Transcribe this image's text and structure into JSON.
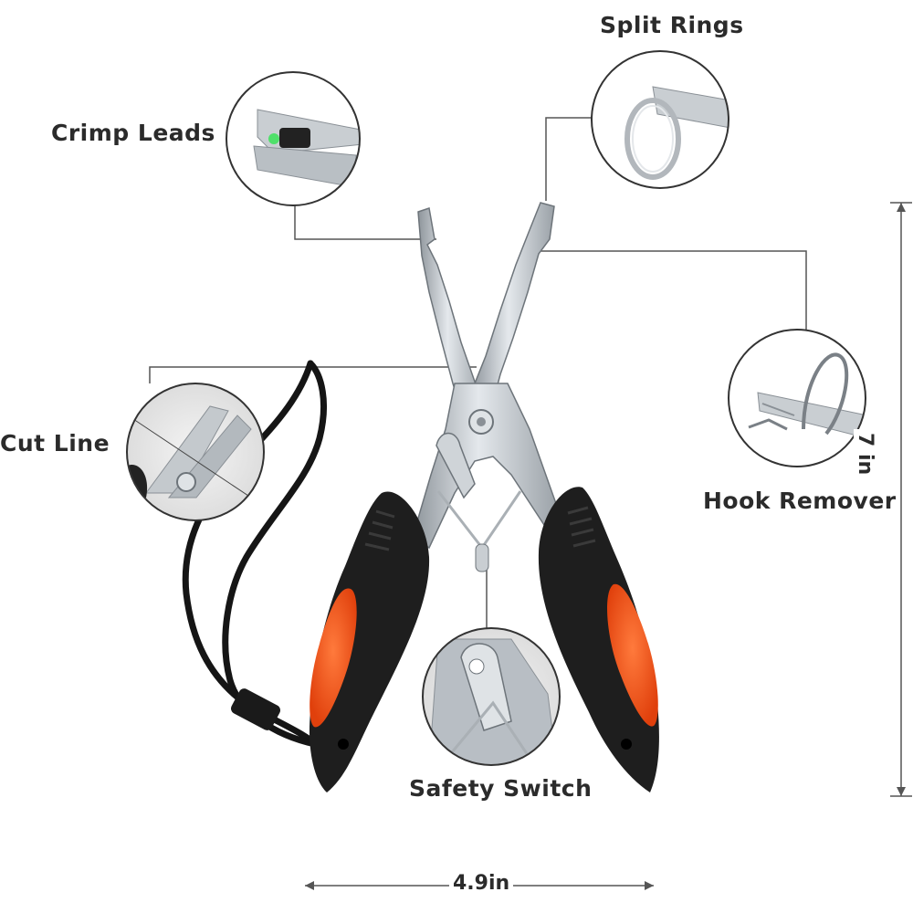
{
  "callouts": {
    "crimp_leads": "Crimp Leads",
    "split_rings": "Split Rings",
    "cut_line": "Cut Line",
    "hook_remover": "Hook Remover",
    "safety_switch": "Safety Switch"
  },
  "dimensions": {
    "width": "4.9in",
    "height": "7 in"
  },
  "colors": {
    "handle_black": "#1e1e1e",
    "grip_orange": "#f04a14",
    "steel": "#b8bec4",
    "leader_line": "#555555"
  }
}
